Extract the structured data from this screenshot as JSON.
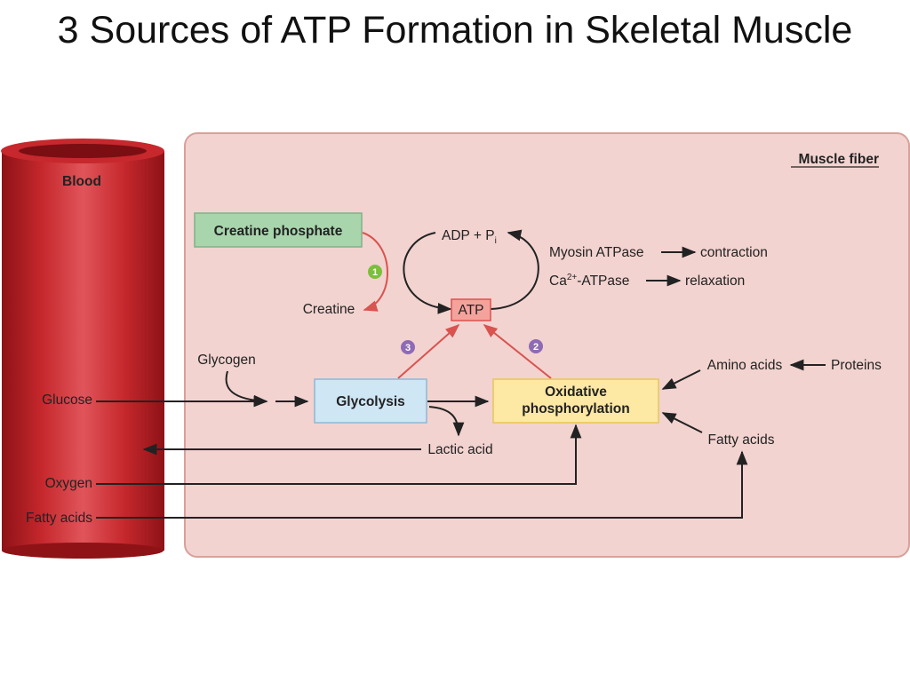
{
  "title": "3 Sources of ATP Formation in Skeletal Muscle",
  "blood": {
    "label": "Blood",
    "inputs": [
      "Glucose",
      "Oxygen",
      "Fatty acids"
    ]
  },
  "muscle_fiber": {
    "label": "Muscle fiber",
    "creatine_phosphate": "Creatine phosphate",
    "creatine": "Creatine",
    "adp_pi": "ADP + P",
    "adp_pi_sub": "i",
    "atp": "ATP",
    "myosin_atpase": "Myosin ATPase",
    "contraction": "contraction",
    "ca_prefix": "Ca",
    "ca_sup": "2+",
    "ca_atpase": "-ATPase",
    "relaxation": "relaxation",
    "glycogen": "Glycogen",
    "glycolysis": "Glycolysis",
    "lactic_acid": "Lactic acid",
    "oxidative_line1": "Oxidative",
    "oxidative_line2": "phosphorylation",
    "amino_acids": "Amino acids",
    "proteins": "Proteins",
    "fatty_acids": "Fatty acids"
  },
  "pathway_numbers": {
    "creatine_phosphate": "1",
    "oxidative_phosphorylation": "2",
    "glycolysis": "3"
  },
  "colors": {
    "fiber_fill": "#f2d3d0",
    "fiber_border": "#d9a09a",
    "blood_vessel": "#c4262b",
    "creatine_box": "#a9d5ad",
    "glycolysis_box": "#cfe6f5",
    "oxidative_box": "#fde8a4",
    "atp_box": "#f4a39c",
    "badge_green": "#7cbf3a",
    "badge_purple": "#8f6ab5",
    "red_arrow": "#d9534f"
  }
}
